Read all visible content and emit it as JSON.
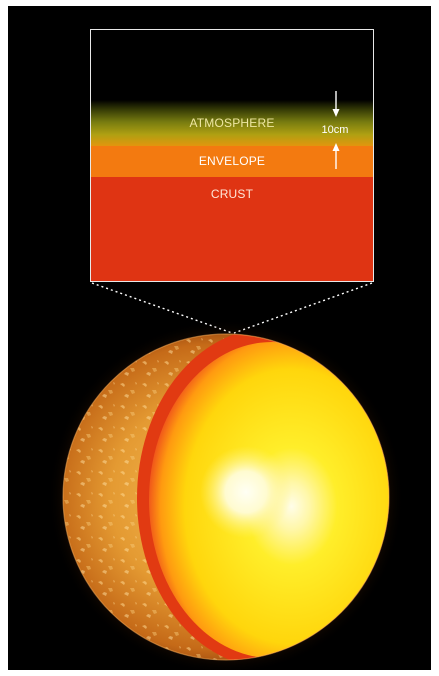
{
  "diagram": {
    "layers": [
      {
        "label": "ATMOSPHERE",
        "color": "#a8a012"
      },
      {
        "label": "ENVELOPE",
        "color": "#f37a10"
      },
      {
        "label": "CRUST",
        "color": "#df3413"
      }
    ],
    "thickness_label": "10cm",
    "colors": {
      "background": "#000000",
      "inset_border": "#e8e8e8",
      "star_core": "#fffde6",
      "star_mantle": "#ffe90d",
      "star_rim": "#e13a12",
      "star_surface": "#d88a2a"
    },
    "icons": {
      "thickness_arrows": "arrow-down-up-icon",
      "zoom_guides": "dotted-lines"
    }
  }
}
